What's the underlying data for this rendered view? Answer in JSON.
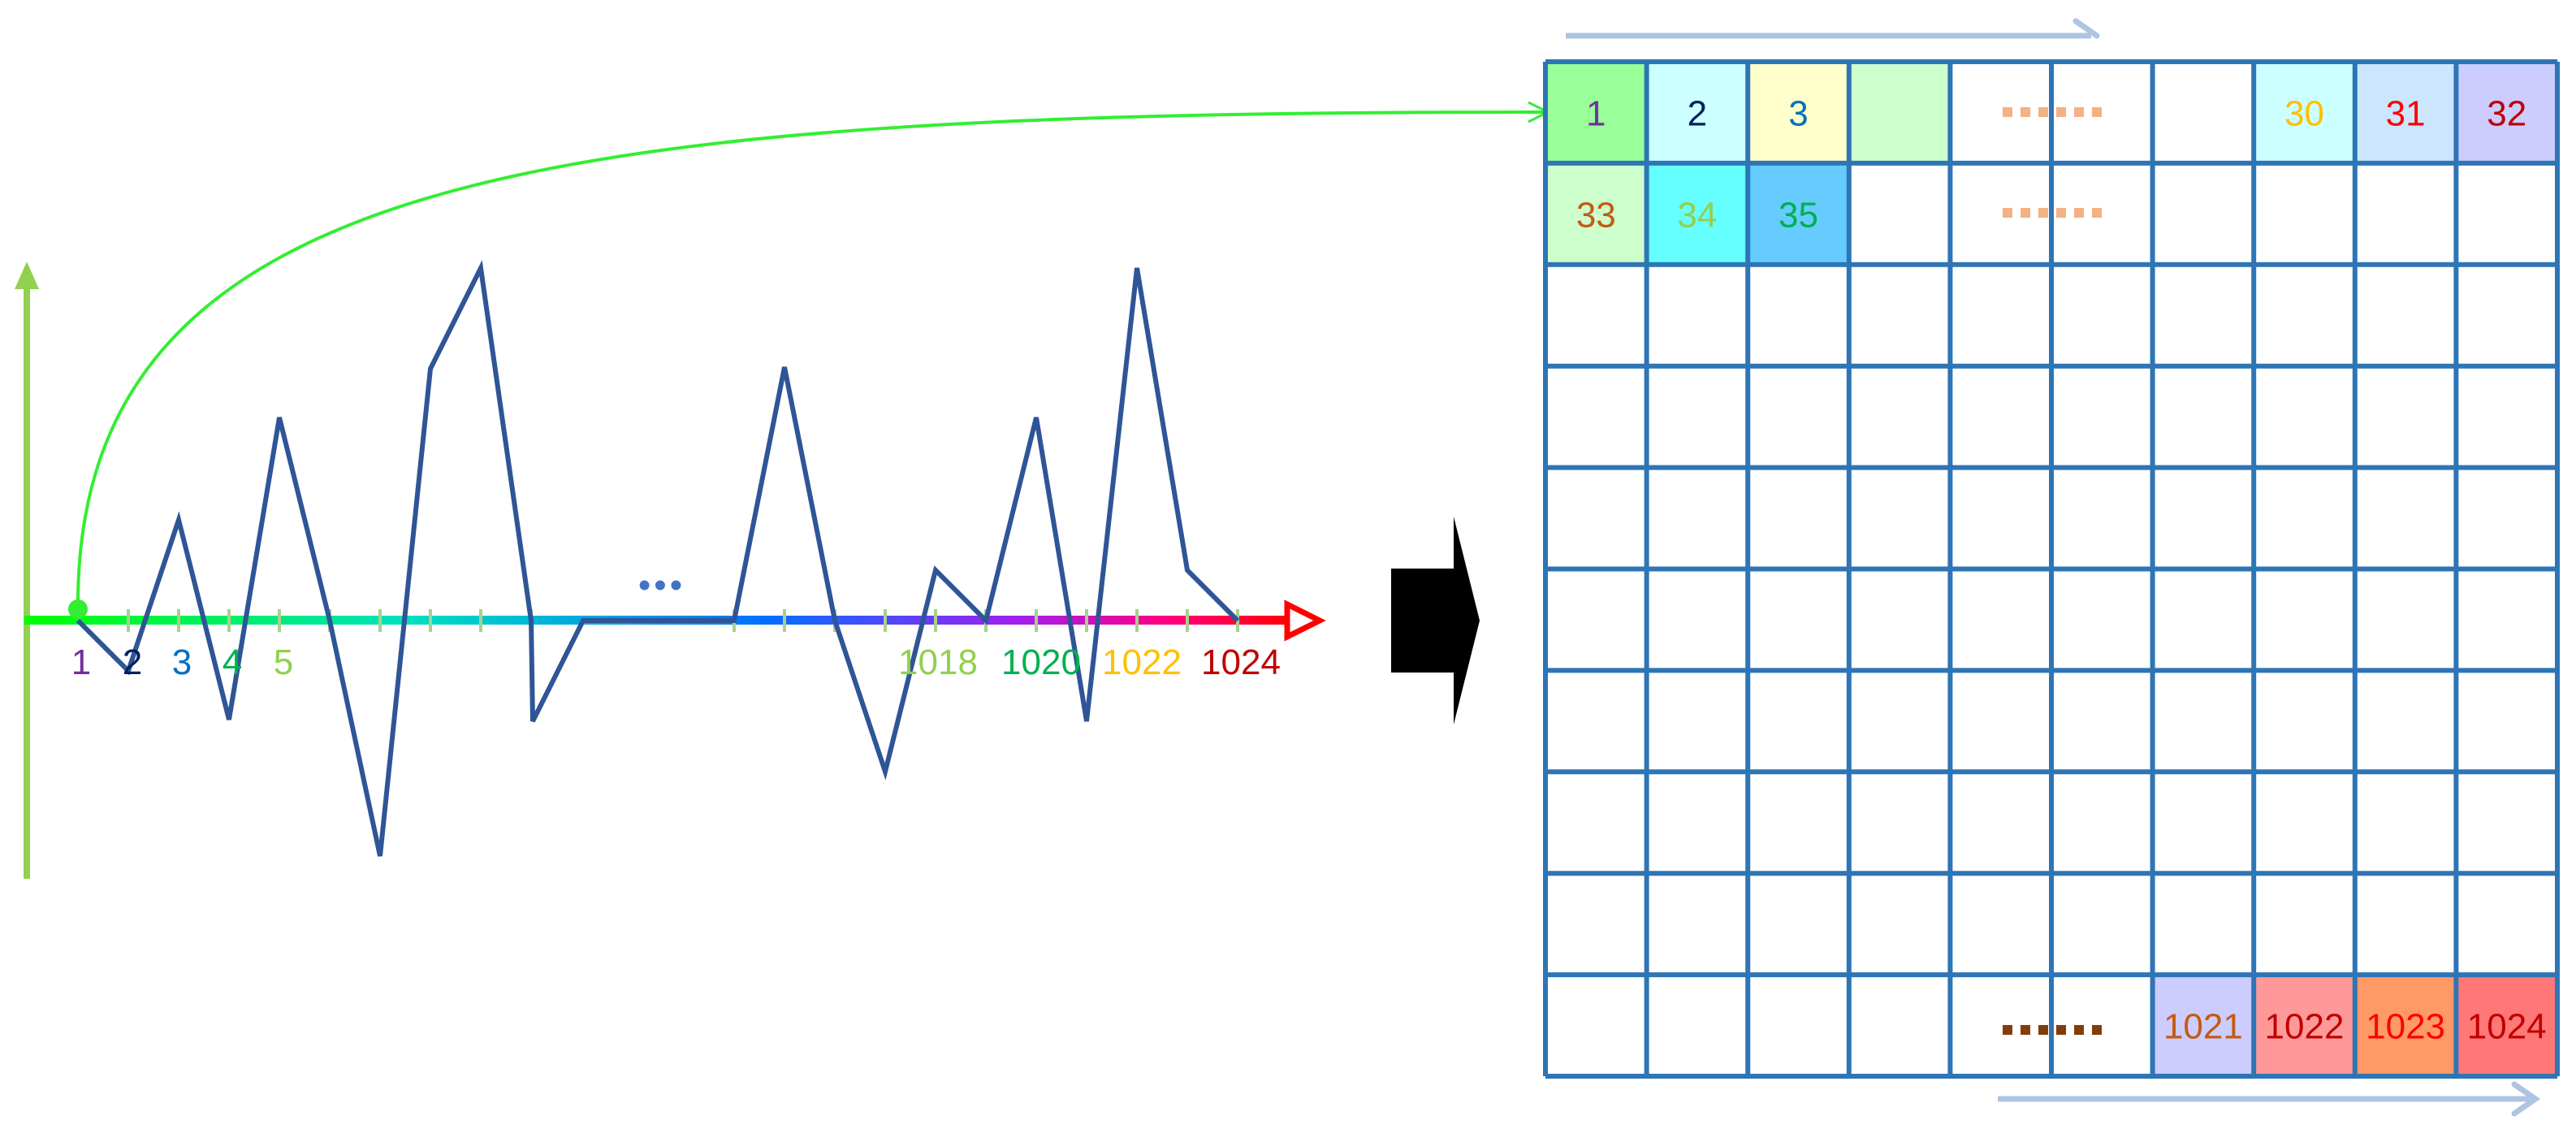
{
  "signal": {
    "axis_labels": [
      {
        "text": "1",
        "color": "#7030a0"
      },
      {
        "text": "2",
        "color": "#002060"
      },
      {
        "text": "3",
        "color": "#0070c0"
      },
      {
        "text": "4",
        "color": "#00b050"
      },
      {
        "text": "5",
        "color": "#92d050"
      },
      {
        "text": "1018",
        "color": "#92d050"
      },
      {
        "text": "1020",
        "color": "#00b050"
      },
      {
        "text": "1022",
        "color": "#ffc000"
      },
      {
        "text": "1024",
        "color": "#c00000"
      }
    ],
    "ellipsis": "•••",
    "line_color": "#2f5597",
    "axis_gradient": [
      "#00ff00",
      "#00e0c0",
      "#0070ff",
      "#a020f0",
      "#ff0080",
      "#ff0000"
    ],
    "vertical_axis_color": "#92d050",
    "mapping_curve_color": "#33ee33"
  },
  "grid": {
    "line_color": "#2e75b6",
    "top_row": [
      {
        "text": "1",
        "bg": "#99ff99",
        "color": "#7030a0"
      },
      {
        "text": "2",
        "bg": "#ccffff",
        "color": "#002060"
      },
      {
        "text": "3",
        "bg": "#ffffcc",
        "color": "#0070c0"
      },
      {
        "text": "",
        "bg": "#ccffcc",
        "color": ""
      },
      {
        "text": "30",
        "bg": "#ccffff",
        "color": "#ffc000"
      },
      {
        "text": "31",
        "bg": "#cce6ff",
        "color": "#ff0000"
      },
      {
        "text": "32",
        "bg": "#ccccff",
        "color": "#c00000"
      }
    ],
    "second_row": [
      {
        "text": "33",
        "bg": "#ccffcc",
        "color": "#c55a11"
      },
      {
        "text": "34",
        "bg": "#66ffff",
        "color": "#92d050"
      },
      {
        "text": "35",
        "bg": "#66ccff",
        "color": "#00b050"
      }
    ],
    "bottom_row": [
      {
        "text": "1021",
        "bg": "#ccccff",
        "color": "#c55a11"
      },
      {
        "text": "1022",
        "bg": "#ff9999",
        "color": "#c00000"
      },
      {
        "text": "1023",
        "bg": "#ff9966",
        "color": "#ff0000"
      },
      {
        "text": "1024",
        "bg": "#ff7777",
        "color": "#c00000"
      }
    ],
    "dots_top_color": "#f4b183",
    "dots_bottom_color": "#843c0c"
  }
}
